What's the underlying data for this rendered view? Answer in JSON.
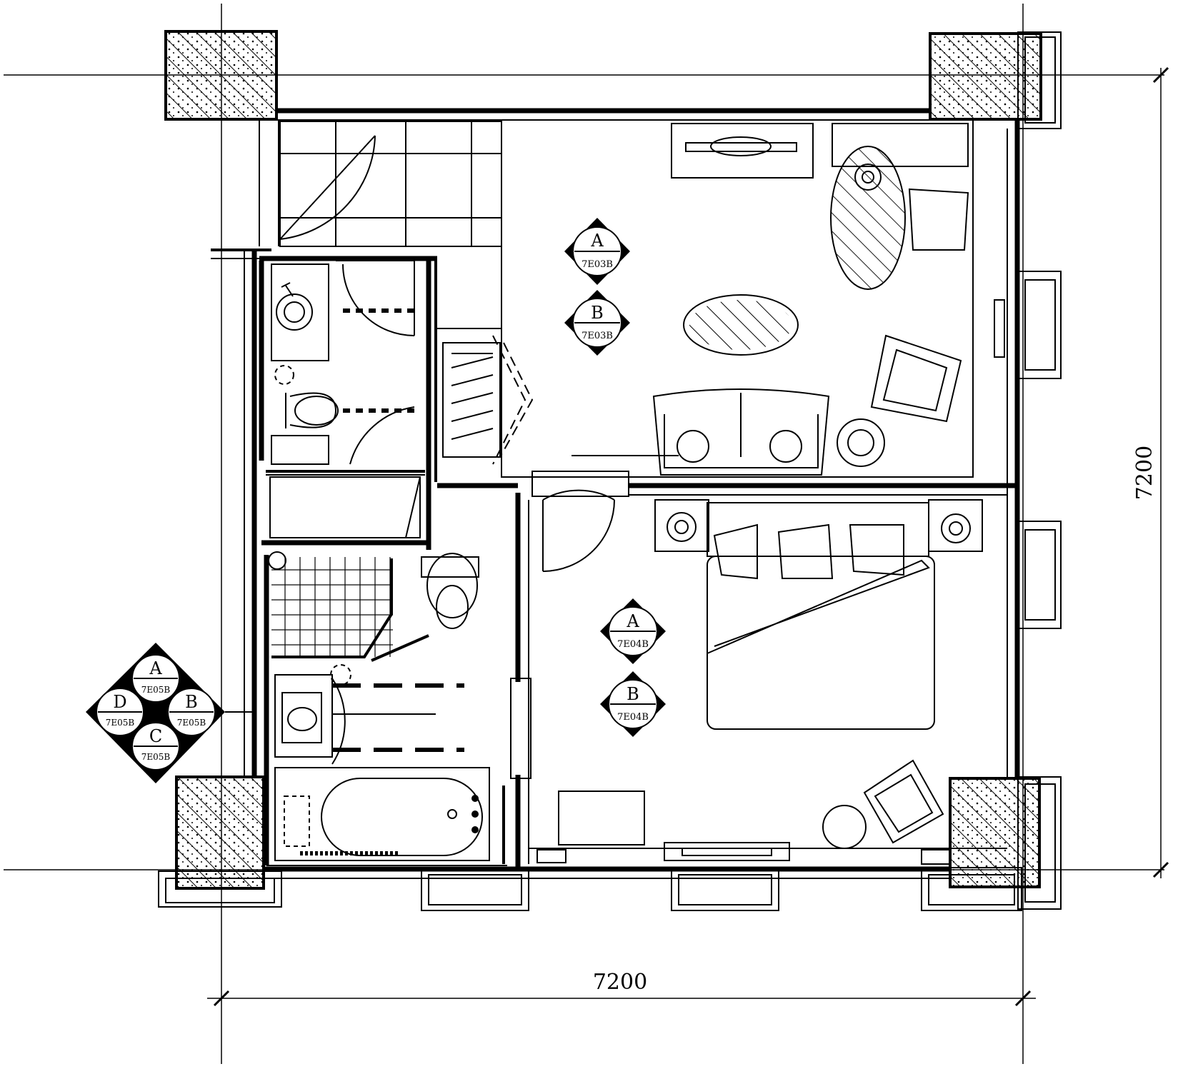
{
  "dimensions": {
    "width": "7200",
    "height": "7200"
  },
  "markers": [
    {
      "letter": "A",
      "code": "7E03B"
    },
    {
      "letter": "B",
      "code": "7E03B"
    },
    {
      "letter": "A",
      "code": "7E04B"
    },
    {
      "letter": "B",
      "code": "7E04B"
    }
  ],
  "quad_marker": {
    "a": {
      "letter": "A",
      "code": "7E05B"
    },
    "b": {
      "letter": "B",
      "code": "7E05B"
    },
    "c": {
      "letter": "C",
      "code": "7E05B"
    },
    "d": {
      "letter": "D",
      "code": "7E05B"
    }
  }
}
